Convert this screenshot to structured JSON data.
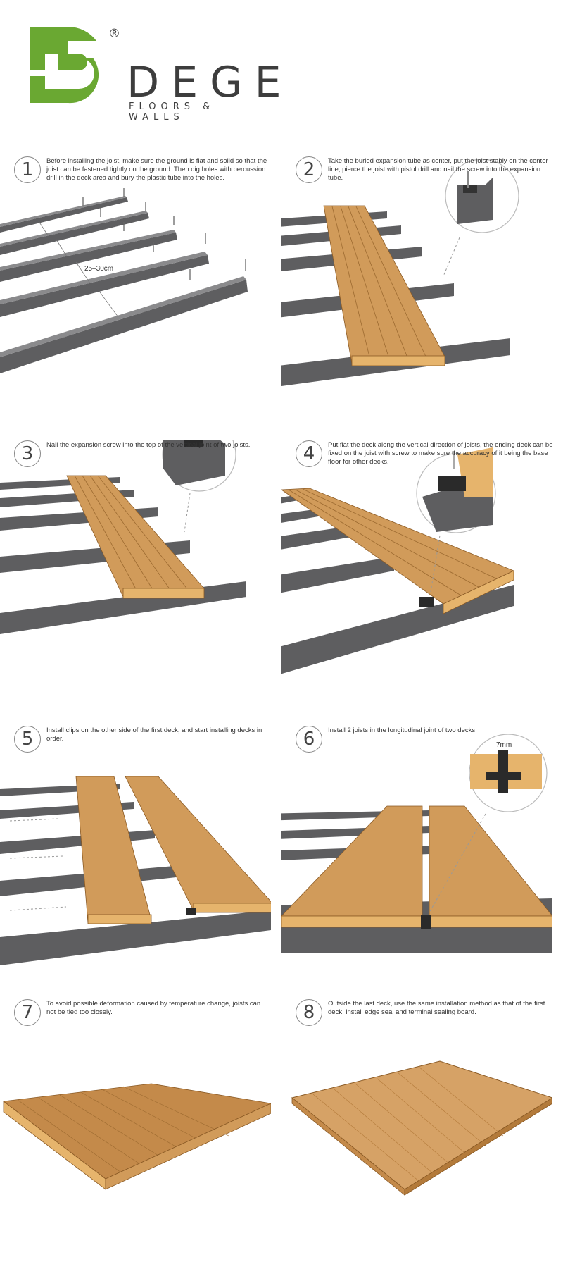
{
  "brand": {
    "name": "DEGE",
    "tagline": "FLOORS & WALLS",
    "registered": "®",
    "logo_color": "#6aa832",
    "text_color": "#3d3d3d"
  },
  "colors": {
    "joist": "#5e5e60",
    "joist_top": "#7a7a7c",
    "deck": "#d19b5a",
    "deck_dark": "#b37a3a",
    "deck_light": "#e6b46c",
    "clip": "#2a2a2a"
  },
  "steps": [
    {
      "number": "1",
      "text": "Before installing the joist, make sure the ground is flat and solid so that the joist can be fastened tightly on the ground. Then dig holes with percussion drill in the deck area and bury the plastic tube into the holes.",
      "measure": "25–30cm"
    },
    {
      "number": "2",
      "text": "Take the buried expansion tube as center, put the joist stably on the center line, pierce the joist with pistol drill and nail the screw into the expansion tube."
    },
    {
      "number": "3",
      "text": "Nail the expansion screw into the top of the vertical joint of two joists."
    },
    {
      "number": "4",
      "text": "Put flat the deck along the vertical direction of joists, the ending deck can be fixed on the joist with screw to make sure the accuracy of it being the base floor for other decks."
    },
    {
      "number": "5",
      "text": "Install clips on the other side of the first deck, and start installing decks in order."
    },
    {
      "number": "6",
      "text": "Install 2 joists in the longitudinal joint of two decks.",
      "measure": "7mm"
    },
    {
      "number": "7",
      "text": "To avoid possible deformation caused by temperature change, joists can not be tied too closely."
    },
    {
      "number": "8",
      "text": "Outside the last deck, use the same installation method as that of the first deck, install edge seal and terminal sealing board."
    }
  ]
}
